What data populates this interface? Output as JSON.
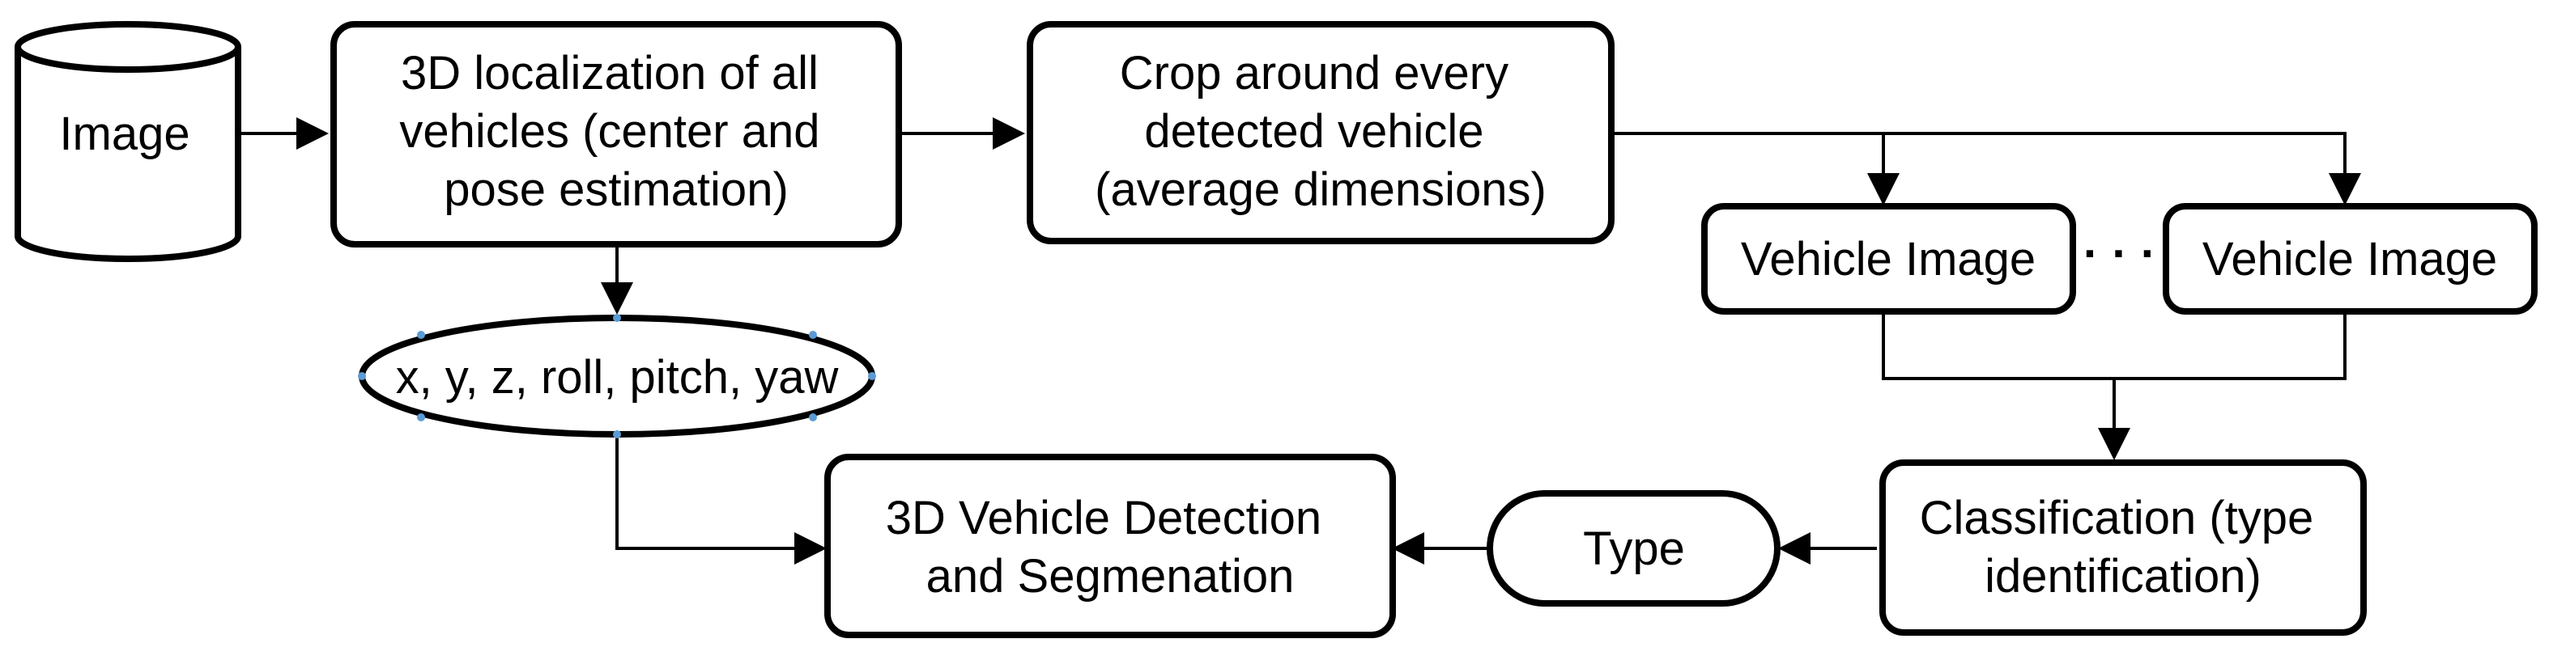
{
  "nodes": {
    "image": {
      "label": "Image"
    },
    "localization": {
      "lines": [
        "3D localization of all",
        "vehicles (center and",
        "pose estimation)"
      ]
    },
    "crop": {
      "lines": [
        "Crop around every",
        "detected vehicle",
        "(average dimensions)"
      ]
    },
    "vehicle_image_1": {
      "label": "Vehicle Image"
    },
    "vehicle_image_2": {
      "label": "Vehicle Image"
    },
    "ellipsis": {
      "label": "· · ·"
    },
    "pose": {
      "label": "x, y, z, roll, pitch, yaw"
    },
    "detection": {
      "lines": [
        "3D Vehicle Detection",
        "and Segmenation"
      ]
    },
    "type": {
      "label": "Type"
    },
    "classification": {
      "lines": [
        "Classification (type",
        "identification)"
      ]
    }
  }
}
